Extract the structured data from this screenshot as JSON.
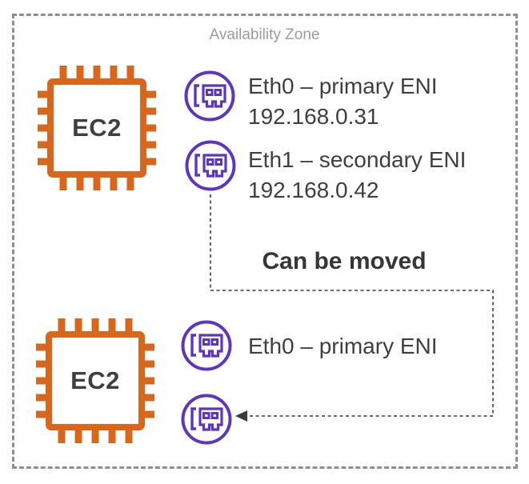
{
  "diagram": {
    "zone_label": "Availability Zone",
    "move_label": "Can be moved",
    "instances": [
      {
        "label": "EC2"
      },
      {
        "label": "EC2"
      }
    ],
    "eni_labels": [
      {
        "line1": "Eth0 – primary ENI",
        "line2": "192.168.0.31"
      },
      {
        "line1": "Eth1 – secondary ENI",
        "line2": "192.168.0.42"
      },
      {
        "line1": "Eth0 – primary ENI"
      }
    ],
    "icons": {
      "ec2_icon": "ec2-chip-icon",
      "eni_icon": "network-interface-icon",
      "arrow_icon": "dashed-move-arrow"
    },
    "colors": {
      "ec2_orange": "#D8671E",
      "eni_purple": "#5C36C0",
      "zone_border_gray": "#8F8F8F",
      "zone_label_gray": "#9B9B9B",
      "text_dark": "#3F3F3F",
      "connector_dark": "#3A3A3A"
    }
  }
}
